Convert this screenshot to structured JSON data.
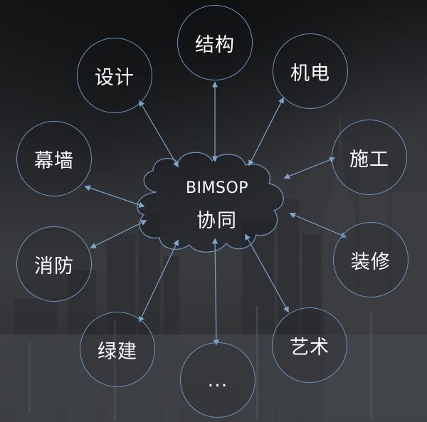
{
  "hub": {
    "title": "BIMSOP",
    "subtitle": "协同"
  },
  "nodes": [
    {
      "id": "structure",
      "label": "结构"
    },
    {
      "id": "mep",
      "label": "机电"
    },
    {
      "id": "construction",
      "label": "施工"
    },
    {
      "id": "decoration",
      "label": "装修"
    },
    {
      "id": "art",
      "label": "艺术"
    },
    {
      "id": "more",
      "label": "..."
    },
    {
      "id": "green-building",
      "label": "绿建"
    },
    {
      "id": "fire-protection",
      "label": "消防"
    },
    {
      "id": "curtain-wall",
      "label": "幕墙"
    },
    {
      "id": "design",
      "label": "设计"
    }
  ],
  "colors": {
    "circle_stroke": "#6f93b8",
    "arrow": "#7fa6cc",
    "cloud_stroke": "#6f93b8",
    "text": "#ffffff"
  },
  "icons": {
    "connector": "bidirectional-arrow",
    "hub_shape": "cloud-icon"
  }
}
